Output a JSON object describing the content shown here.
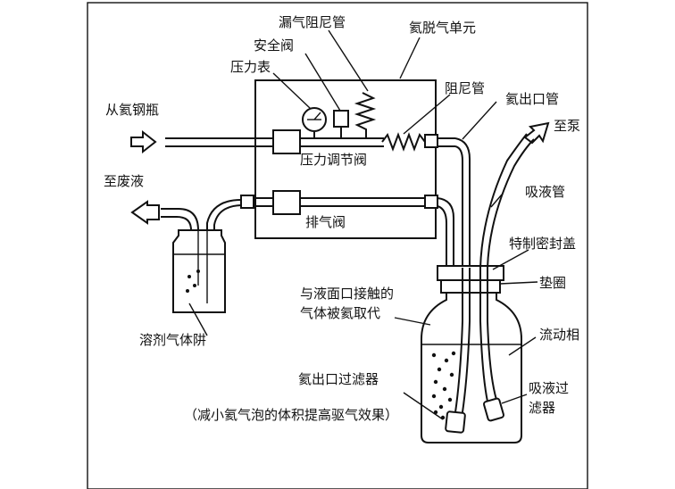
{
  "labels": {
    "leak_resist_tube": "漏气阻尼管",
    "safety_valve": "安全阀",
    "pressure_gauge": "压力表",
    "helium_degas_unit": "氦脱气单元",
    "from_helium_cylinder": "从氦钢瓶",
    "resistance_tube": "阻尼管",
    "helium_outlet_tube": "氦出口管",
    "to_pump": "至泵",
    "pressure_regulator": "压力调节阀",
    "to_waste": "至废液",
    "suction_tube": "吸液管",
    "vent_valve": "排气阀",
    "special_cap": "特制密封盖",
    "gasket": "垫圈",
    "gas_replaced_line1": "与液面口接触的",
    "gas_replaced_line2": "气体被氦取代",
    "solvent_degas_trap": "溶剂气体阱",
    "mobile_phase": "流动相",
    "outlet_filter": "氦出口过滤器",
    "suction_filter_line1": "吸液过",
    "suction_filter_line2": "滤器",
    "note": "（减小氦气泡的体积提高驱气效果）"
  },
  "icons": {
    "inlet_arrow": "hollow-arrow-right",
    "waste_arrow": "hollow-arrow-left",
    "pump_arrow": "hollow-arrow-up-right"
  }
}
